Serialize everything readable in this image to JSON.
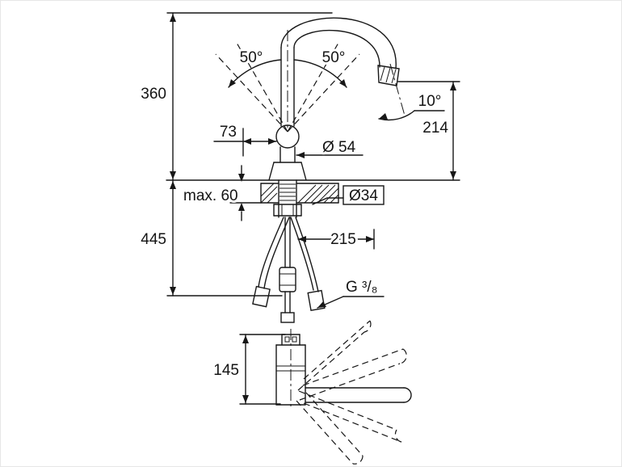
{
  "drawing": {
    "type": "technical-dimension-diagram",
    "subject": "single-lever kitchen faucet with pull-out spout, front and side installation views",
    "colors": {
      "line": "#171717",
      "background": "#ffffff"
    },
    "dimensions": {
      "total_height": "360",
      "under_counter_depth": "445",
      "swivel_left": "50°",
      "swivel_right": "50°",
      "outlet_angle": "10°",
      "outlet_height": "214",
      "spout_offset": "73",
      "base_diameter": "Ø 54",
      "max_counter_thickness": "max. 60",
      "hole_diameter": "Ø34",
      "hose_length": "215",
      "thread_size": "G ³/₈",
      "side_view_height": "145"
    }
  }
}
